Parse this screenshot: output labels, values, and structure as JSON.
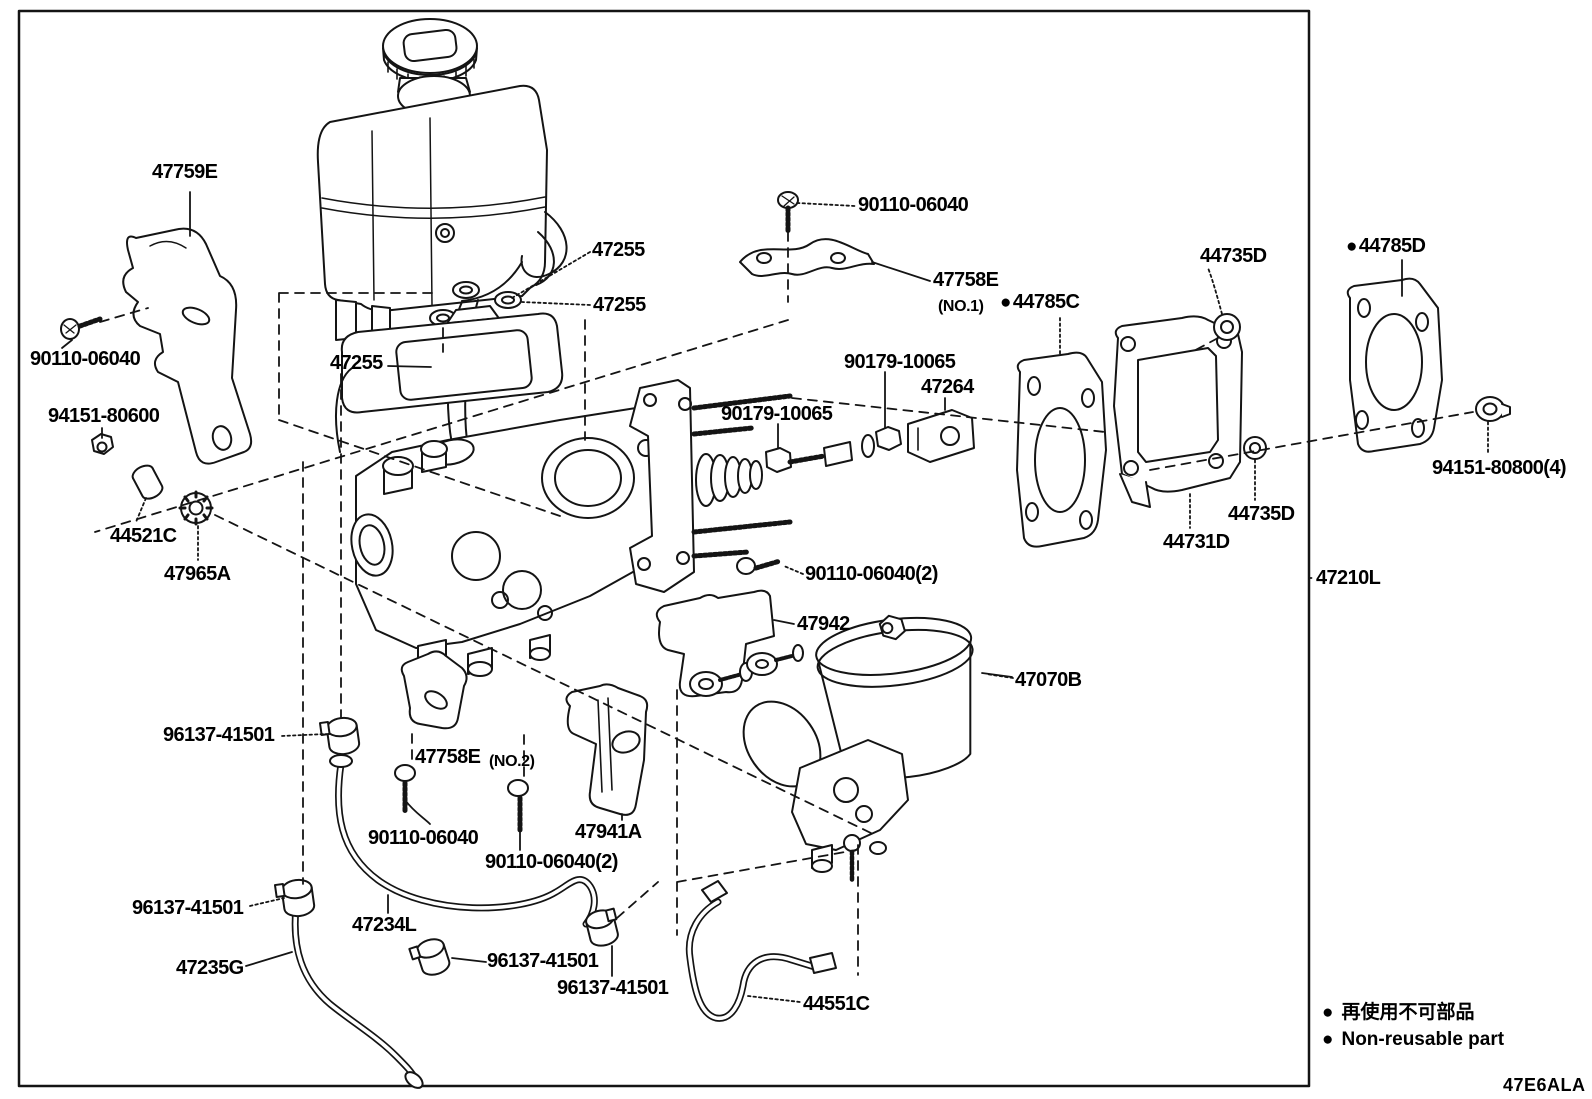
{
  "diagram": {
    "code": "47E6ALA",
    "legend": {
      "jp": "再使用不可部品",
      "en": "Non-reusable part"
    },
    "marks": {
      "dot": "●"
    },
    "notes": {
      "no1": "(NO.1)",
      "no2": "(NO.2)"
    }
  },
  "parts": {
    "47759E": "47759E",
    "90110-06040": "90110-06040",
    "90110-06040(2)": "90110-06040(2)",
    "94151-80600": "94151-80600",
    "44521C": "44521C",
    "47965A": "47965A",
    "47255": "47255",
    "47758E": "47758E",
    "44785C": "44785C",
    "44735D": "44735D",
    "44785D": "44785D",
    "90179-10065": "90179-10065",
    "47264": "47264",
    "94151-80800(4)": "94151-80800(4)",
    "44731D": "44731D",
    "47210L": "47210L",
    "47942": "47942",
    "47070B": "47070B",
    "96137-41501": "96137-41501",
    "47941A": "47941A",
    "47234L": "47234L",
    "47235G": "47235G",
    "44551C": "44551C"
  }
}
